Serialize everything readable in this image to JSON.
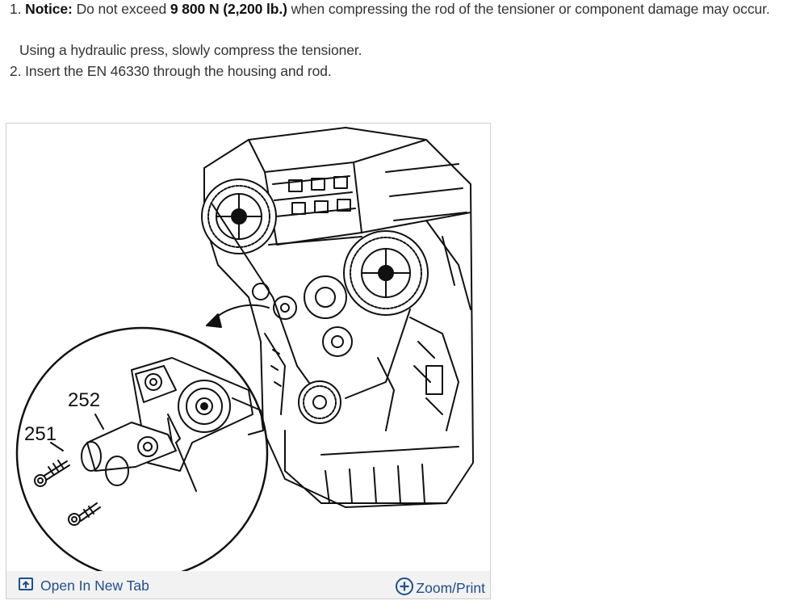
{
  "steps": {
    "step1": {
      "number": "1.",
      "notice_label": "Notice:",
      "text_a": "Do not exceed",
      "limit": "9 800 N (2,200 lb.)",
      "text_b": "when compressing the rod of the tensioner or component damage may occur."
    },
    "step1_detail": "Using a hydraulic press, slowly compress the tensioner.",
    "step2": {
      "number": "2.",
      "text": "Insert the EN 46330 through the housing and rod."
    }
  },
  "figure": {
    "callouts": [
      "252",
      "251"
    ],
    "open_label": "Open In New Tab",
    "zoom_label": "Zoom/Print",
    "open_icon": "open-new-tab-icon",
    "zoom_icon": "zoom-plus-icon",
    "link_color": "#1f4e8c"
  }
}
